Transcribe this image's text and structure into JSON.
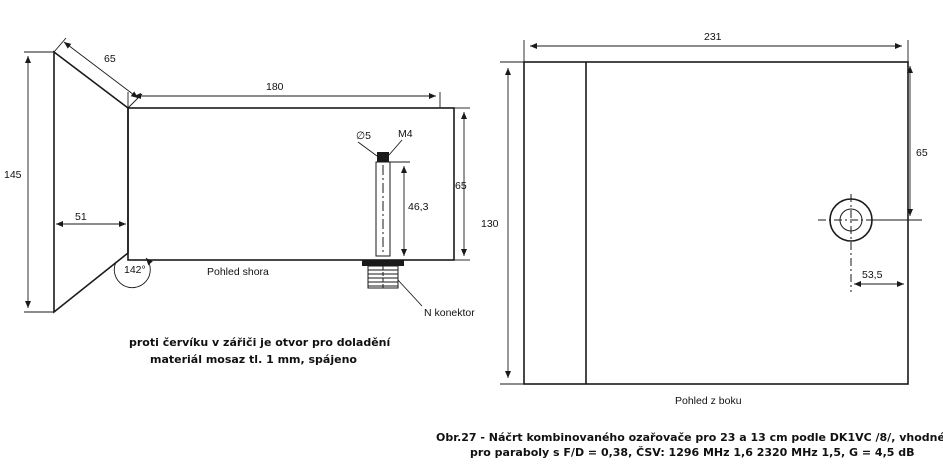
{
  "top_view": {
    "dims": {
      "horn_height": "145",
      "horn_slant": "65",
      "box_length": "180",
      "horn_depth": "51",
      "box_height": "65",
      "probe_height": "46,3",
      "probe_diameter": "∅5",
      "thread": "M4",
      "angle": "142°"
    },
    "label": "Pohled shora",
    "connector_label": "N konektor"
  },
  "side_view": {
    "dims": {
      "width": "231",
      "height": "130",
      "hole_from_top": "65",
      "hole_from_right": "53,5"
    },
    "label": "Pohled z boku"
  },
  "note": {
    "line1": "proti červíku v zářiči je otvor pro doladění",
    "line2": "materiál mosaz tl. 1 mm, spájeno"
  },
  "caption": {
    "line1": "Obr.27 - Náčrt kombinovaného ozařovače pro 23 a 13 cm podle DK1VC /8/, vhodné",
    "line2": "pro paraboly s F/D = 0,38, ČSV: 1296 MHz 1,6 2320 MHz 1,5, G = 4,5 dB"
  }
}
